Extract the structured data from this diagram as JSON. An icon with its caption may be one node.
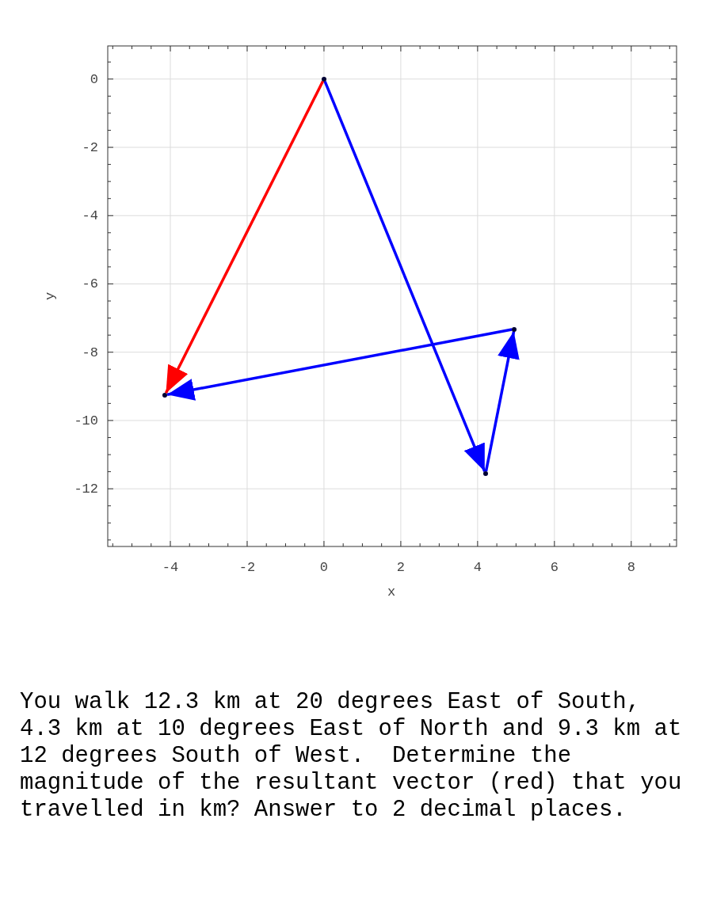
{
  "diagram": {
    "caption": "You walk 12.3 km at 20 degrees East of South, 4.3 km at 10 degrees East of North and 9.3 km at 12 degrees South of West.  Determine the magnitude of the resultant vector (red) that you travelled in km? Answer to 2 decimal places.",
    "nodes": [
      {
        "text": [],
        "shape": "circle"
      },
      {
        "text": [],
        "shape": "circle"
      },
      {
        "text": [],
        "shape": "circle"
      },
      {
        "text": [],
        "shape": "circle"
      }
    ],
    "edges": [
      {
        "from": 0,
        "to": 1,
        "arrow": "to"
      },
      {
        "from": 1,
        "to": 2,
        "arrow": "to"
      },
      {
        "from": 2,
        "to": 3,
        "arrow": "to"
      },
      {
        "from": 0,
        "to": 3,
        "arrow": "to",
        "color": "#ff0000"
      }
    ],
    "labels": [
      "0",
      "-2",
      "-4",
      "-6",
      "-8",
      "-10",
      "-12",
      "y",
      "-4",
      "-2",
      "0",
      "2",
      "4",
      "6",
      "8",
      "x"
    ]
  }
}
